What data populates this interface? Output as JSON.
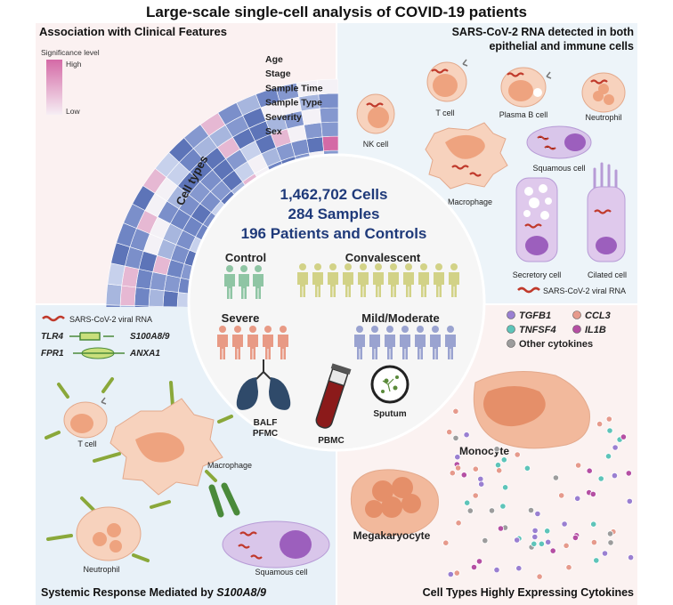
{
  "title": "Large-scale single-cell analysis of COVID-19 patients",
  "panels": {
    "association": {
      "title": "Association with Clinical Features",
      "legend_title": "Significance level",
      "legend_high": "High",
      "legend_low": "Low",
      "features": [
        "Age",
        "Stage",
        "Sample Time",
        "Sample Type",
        "Severity",
        "Sex"
      ],
      "arc_label": "Cell types",
      "colors": {
        "low": "#f3eaf1",
        "high": "#d46aa6",
        "base": "#6f85c4"
      }
    },
    "sars": {
      "title_line1": "SARS-CoV-2 RNA detected in both",
      "title_line2": "epithelial and immune cells",
      "cells": [
        "T cell",
        "Plasma B cell",
        "Neutrophil",
        "NK cell",
        "Squamous cell",
        "Macrophage",
        "Secretory cell",
        "Cilated cell"
      ],
      "legend": "SARS-CoV-2 viral RNA"
    },
    "center": {
      "line1": "1,462,702 Cells",
      "line2": "284 Samples",
      "line3": "196 Patients and Controls",
      "groups": [
        "Control",
        "Convalescent",
        "Severe",
        "Mild/Moderate"
      ],
      "samples": [
        "BALF",
        "PFMC",
        "PBMC",
        "Sputum"
      ],
      "colors": {
        "control": "#8fc5a4",
        "convalescent": "#d2d287",
        "severe": "#e89a85",
        "mild": "#9aa3d0"
      }
    },
    "systemic": {
      "title_prefix": "Systemic Response Mediated by ",
      "title_gene": "S100A8/9",
      "legend_rna": "SARS-CoV-2 viral RNA",
      "receptors": [
        "TLR4",
        "S100A8/9",
        "FPR1",
        "ANXA1"
      ],
      "cells": [
        "T cell",
        "Macrophage",
        "Neutrophil",
        "Squamous cell"
      ]
    },
    "cytokines": {
      "title": "Cell Types Highly Expressing Cytokines",
      "legend": [
        "TGFB1",
        "CCL3",
        "TNFSF4",
        "IL1B",
        "Other cytokines"
      ],
      "legend_colors": [
        "#9a7fd1",
        "#e69a8c",
        "#5ec4b9",
        "#b54fa3",
        "#9c9c9c"
      ],
      "cells": [
        "Monocyte",
        "Megakaryocyte"
      ]
    }
  }
}
